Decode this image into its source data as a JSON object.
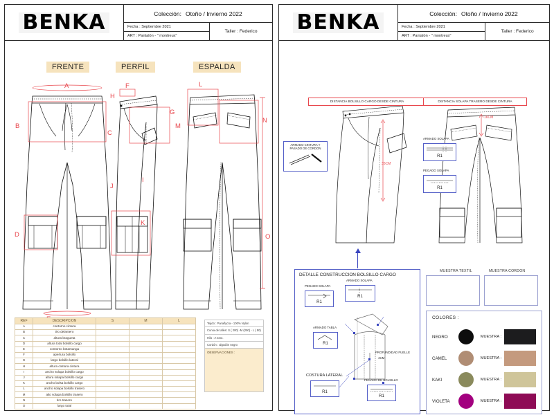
{
  "header": {
    "logo": "BENKA",
    "coleccion_label": "Colección:",
    "coleccion_value": "Otoño / Invierno 2022",
    "fecha": "Fecha : Septiembre 2021",
    "art": "ART : Pantalón - \" montreux\"",
    "taller": "Taller : Federico"
  },
  "left": {
    "views": [
      {
        "label": "FRENTE"
      },
      {
        "label": "PERFIL"
      },
      {
        "label": "ESPALDA"
      }
    ],
    "dim_letters": [
      "A",
      "B",
      "C",
      "D",
      "E",
      "F",
      "G",
      "H",
      "I",
      "J",
      "K",
      "L",
      "M",
      "N",
      "O"
    ],
    "table": {
      "columns": [
        "REF",
        "DESCRIPCION",
        "S",
        "M",
        "L"
      ],
      "rows": [
        {
          "ref": "A",
          "desc": "contorno cintura",
          "s": "",
          "m": "",
          "l": ""
        },
        {
          "ref": "B",
          "desc": "tiro delantero",
          "s": "",
          "m": "",
          "l": ""
        },
        {
          "ref": "C",
          "desc": "altura bragueta",
          "s": "",
          "m": "",
          "l": ""
        },
        {
          "ref": "D",
          "desc": "altura  total bolsillo cargo",
          "s": "",
          "m": "",
          "l": ""
        },
        {
          "ref": "E",
          "desc": "contorno botamanga",
          "s": "",
          "m": "",
          "l": ""
        },
        {
          "ref": "F",
          "desc": "apertura bolsillo",
          "s": "",
          "m": "",
          "l": ""
        },
        {
          "ref": "G",
          "desc": "largo bolsillo lateral",
          "s": "",
          "m": "",
          "l": ""
        },
        {
          "ref": "H",
          "desc": "altura costura cintura",
          "s": "",
          "m": "",
          "l": ""
        },
        {
          "ref": "I",
          "desc": "ancho solapa bolsillo cargo",
          "s": "",
          "m": "",
          "l": ""
        },
        {
          "ref": "J",
          "desc": "altura solapa bolsillo cargo",
          "s": "",
          "m": "",
          "l": ""
        },
        {
          "ref": "K",
          "desc": "ancho bolsa bolsillo cargo",
          "s": "",
          "m": "",
          "l": ""
        },
        {
          "ref": "L",
          "desc": "ancho solapa bolsillo trasero",
          "s": "",
          "m": "",
          "l": ""
        },
        {
          "ref": "M",
          "desc": "alto solapa bolsillo trasero",
          "s": "",
          "m": "",
          "l": ""
        },
        {
          "ref": "N",
          "desc": "tiro trasero",
          "s": "",
          "m": "",
          "l": ""
        },
        {
          "ref": "O",
          "desc": "largo total",
          "s": "",
          "m": "",
          "l": ""
        }
      ]
    },
    "notes": {
      "tejido": "Tejido : Pana/lycra - 100% Nylon",
      "curva": "Curva de talles: S ( 200)  -M (250) - L ( 50)",
      "hilo": "Hilo : A tono.",
      "cordon": "Cordón : algodón negro",
      "observaciones": "OBSERVACIONES :"
    }
  },
  "right": {
    "callout_front": "DISTANCIA BOLSILLO CARGO DESDE CINTURA",
    "callout_back": "DISTANCIA SOLAPA TRASERO DESDE CINTURA",
    "measure_front": "35CM",
    "measure_back": "16CM",
    "armado_cintura": "ARMADO CINTURA Y PASADO DE CORDÓN",
    "armado_solapa_label": "ARMADO SOLAPA",
    "pegado_solapa_label": "PEGADO SOLAPA",
    "r1": "R1",
    "detail_title": "DETALLE CONSTRUCCION BOLSILLO CARGO",
    "detail_labels": {
      "pegado_solapa": "PEGADO SOLAPA",
      "armado_solapa": "ARMADO SOLAPA",
      "armado_tabla": "ARMADO TABLA",
      "costura_lateral": "COSTURA LATERAL",
      "pegado_de_bolsillo": "PEGADO DE BOLSILLO",
      "profundidad_fuelle": "PROFUNDIDAD FUELLE",
      "profundidad_valor": "4CM"
    },
    "muestra_textil": "MUESTRA TEXTIL",
    "muestra_cordon": "MUESTRA CORDON",
    "colores_title": "COLORES :",
    "muestra_label": "MUESTRA :",
    "colors": [
      {
        "name": "NEGRO",
        "dot": "#0d0d0d",
        "swatch": "#1c1c1e"
      },
      {
        "name": "CAMEL",
        "dot": "#b08d74",
        "swatch": "#c49a7e"
      },
      {
        "name": "KAKI",
        "dot": "#8a8a5c",
        "swatch": "#cfc59a"
      },
      {
        "name": "VIOLETA",
        "dot": "#a3007f",
        "swatch": "#8e0b55"
      }
    ]
  }
}
